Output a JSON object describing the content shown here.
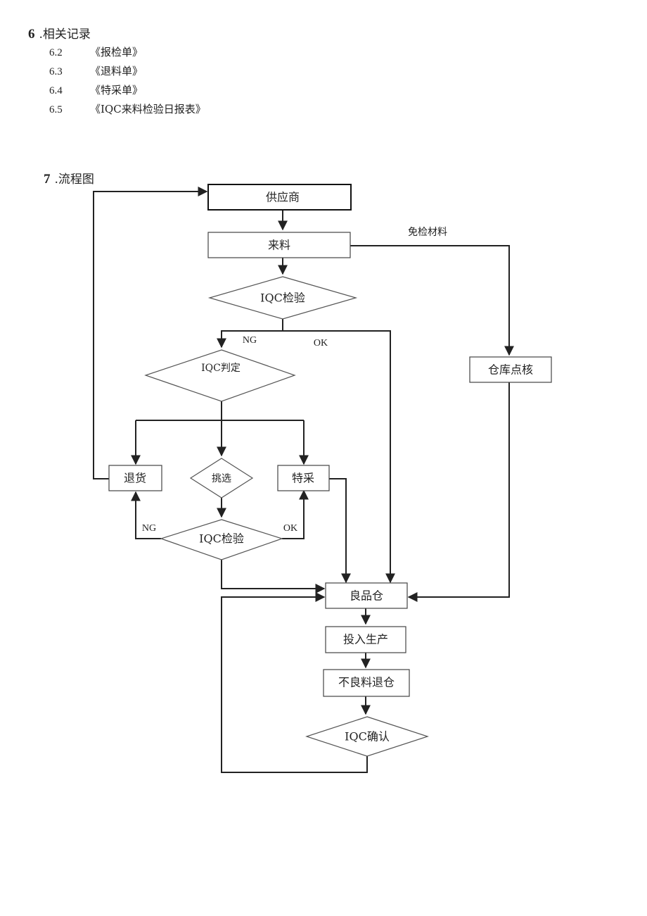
{
  "section6": {
    "number": "6",
    "title": ".相关记录",
    "records": [
      {
        "num": "6.2",
        "text": "《报检单》"
      },
      {
        "num": "6.3",
        "text": "《退料单》"
      },
      {
        "num": "6.4",
        "text": "《特采单》"
      },
      {
        "num": "6.5",
        "text": "《IQC来料检验日报表》"
      }
    ]
  },
  "section7": {
    "number": "7",
    "title": ".流程图"
  },
  "flowchart": {
    "nodes": {
      "supplier": "供应商",
      "incoming": "来料",
      "iqc_inspect_1": "IQC检验",
      "iqc_judge": "IQC判定",
      "return_goods": "退货",
      "sorting": "挑选",
      "special_purchase": "特采",
      "iqc_inspect_2": "IQC检验",
      "good_warehouse": "良品仓",
      "to_production": "投入生产",
      "defect_return": "不良料退仓",
      "iqc_confirm": "IQC确认",
      "warehouse_check": "仓库点核"
    },
    "edges": {
      "exempt": "免检材料",
      "ng_1": "NG",
      "ok_1": "OK",
      "ng_2": "NG",
      "ok_2": "OK"
    }
  }
}
